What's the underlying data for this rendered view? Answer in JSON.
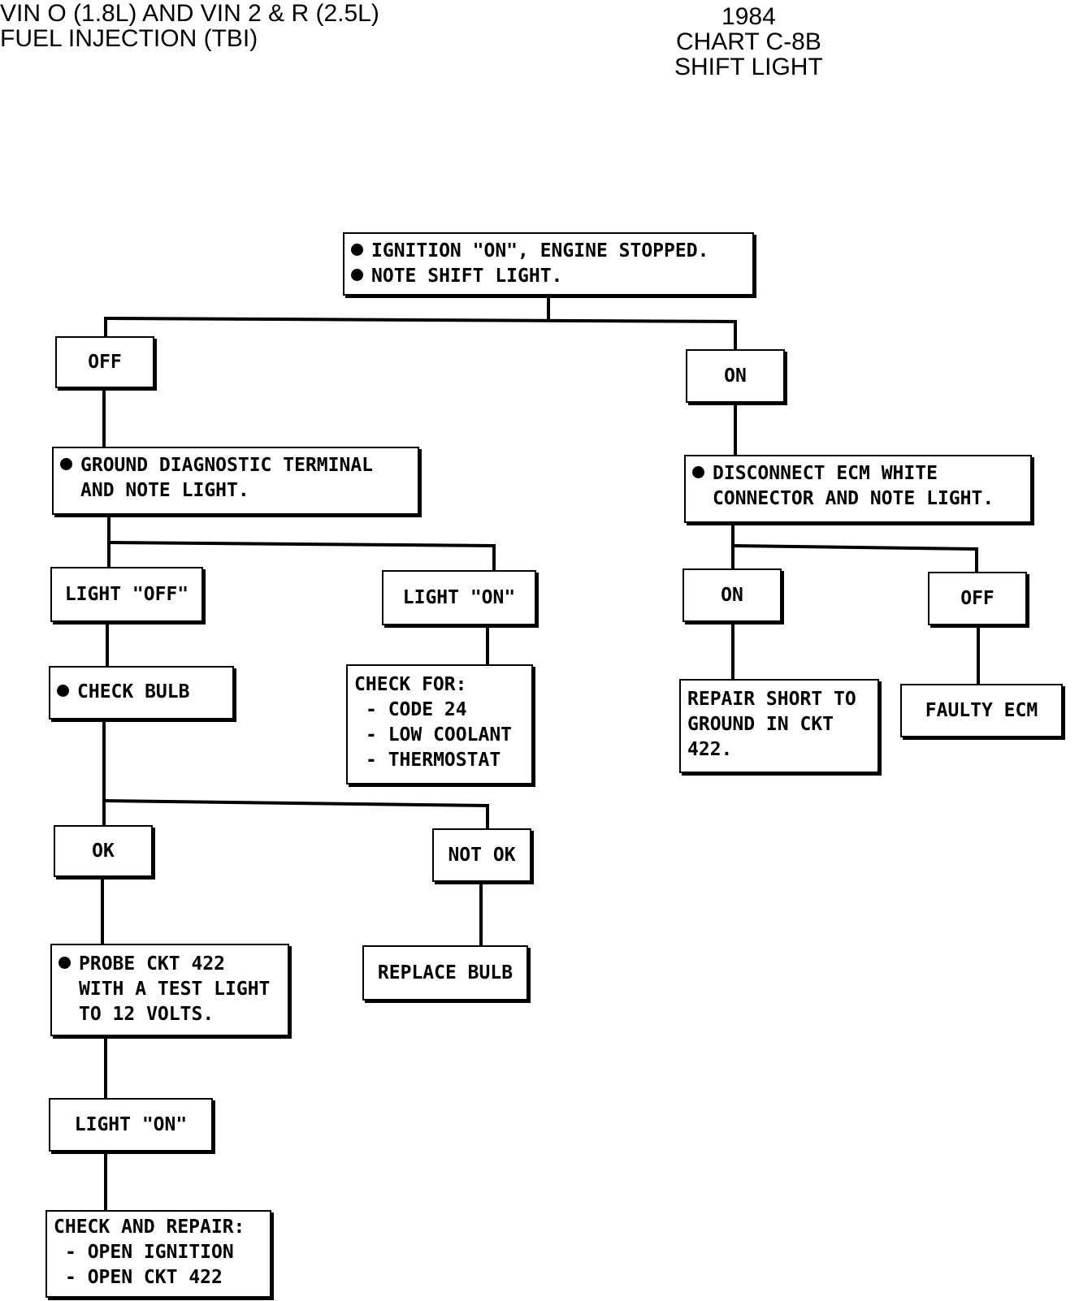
{
  "header": {
    "left_line1": "VIN O (1.8L) AND VIN 2 & R (2.5L)",
    "left_line2": "FUEL INJECTION (TBI)",
    "year": "1984",
    "chart": "CHART C-8B",
    "subject": "SHIFT LIGHT"
  },
  "flowchart": {
    "start": {
      "line1": "IGNITION \"ON\", ENGINE STOPPED.",
      "line2": "NOTE SHIFT LIGHT."
    },
    "left_branch": {
      "label": "OFF",
      "action": {
        "line1": "GROUND DIAGNOSTIC TERMINAL",
        "line2": "AND NOTE LIGHT."
      },
      "light_off": {
        "label": "LIGHT \"OFF\"",
        "action": "CHECK BULB",
        "ok": {
          "label": "OK",
          "action": {
            "line1": "PROBE CKT 422",
            "line2": "WITH A TEST LIGHT",
            "line3": "TO 12 VOLTS."
          },
          "result": "LIGHT \"ON\"",
          "conclusion": {
            "line1": "CHECK AND REPAIR:",
            "line2": "- OPEN IGNITION",
            "line3": "- OPEN CKT 422"
          }
        },
        "not_ok": {
          "label": "NOT OK",
          "conclusion": "REPLACE BULB"
        }
      },
      "light_on": {
        "label": "LIGHT \"ON\"",
        "conclusion": {
          "line1": "CHECK FOR:",
          "line2": "- CODE 24",
          "line3": "- LOW COOLANT",
          "line4": "- THERMOSTAT"
        }
      }
    },
    "right_branch": {
      "label": "ON",
      "action": {
        "line1": "DISCONNECT ECM WHITE",
        "line2": "CONNECTOR AND NOTE LIGHT."
      },
      "on": {
        "label": "ON",
        "conclusion": {
          "line1": "REPAIR SHORT TO",
          "line2": "GROUND IN CKT",
          "line3": "422."
        }
      },
      "off": {
        "label": "OFF",
        "conclusion": "FAULTY ECM"
      }
    }
  }
}
